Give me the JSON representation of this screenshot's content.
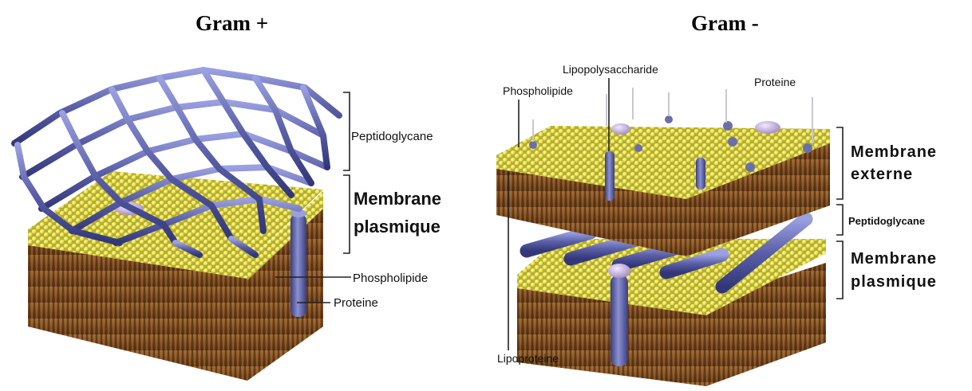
{
  "left_panel": {
    "title": "Gram +",
    "labels": {
      "peptidoglycane": "Peptidoglycane",
      "membrane_line1": "Membrane",
      "membrane_line2": "plasmique",
      "phospholipide": "Phospholipide",
      "proteine": "Proteine"
    }
  },
  "right_panel": {
    "title": "Gram -",
    "labels": {
      "lipopolysaccharide": "Lipopolysaccharide",
      "phospholipide": "Phospholipide",
      "proteine": "Proteine",
      "membrane_externe_line1": "Membrane",
      "membrane_externe_line2": "externe",
      "peptidoglycane": "Peptidoglycane",
      "membrane_plasmique_line1": "Membrane",
      "membrane_plasmique_line2": "plasmique",
      "lipoproteine": "Lipoproteine"
    }
  },
  "colors": {
    "lipid_head": "#e6e05a",
    "lipid_tail": "#8a5a2a",
    "peptidoglycan": "#5a5fa8",
    "protein": "#6b6fa8",
    "lps": "#c9b6e0"
  }
}
